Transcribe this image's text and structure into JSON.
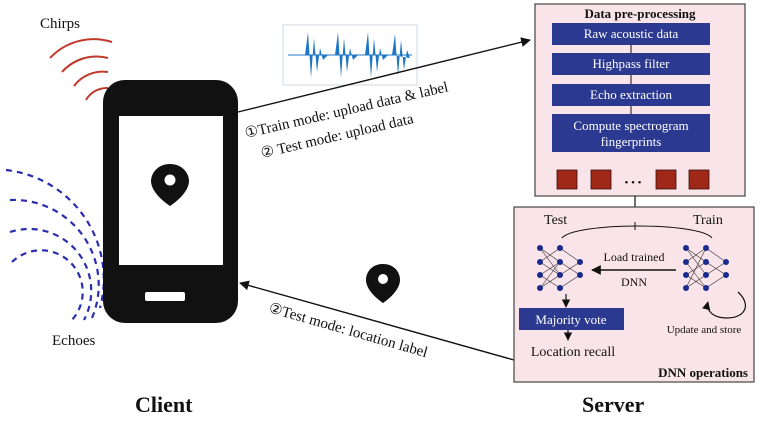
{
  "labels": {
    "chirps": "Chirps",
    "echoes": "Echoes",
    "client": "Client",
    "server": "Server",
    "train_mode": "①Train mode: upload data & label",
    "test_mode_upload": "② Test mode: upload data",
    "test_mode_label": "②Test mode: location label"
  },
  "preprocessing": {
    "title": "Data pre-processing",
    "steps": [
      "Raw acoustic data",
      "Highpass filter",
      "Echo extraction",
      "Compute spectrogram",
      "fingerprints"
    ],
    "ellipsis": "• • •"
  },
  "dnn": {
    "title": "DNN operations",
    "test": "Test",
    "train": "Train",
    "load_trained_1": "Load trained",
    "load_trained_2": "DNN",
    "majority_vote": "Majority vote",
    "location_recall": "Location recall",
    "update_store": "Update and store"
  },
  "colors": {
    "box_fill": "#2b3990",
    "panel_fill": "#f9e4ea",
    "chirp_red": "#c0392b",
    "echo_blue": "#2b2db0",
    "waveform": "#1f77c4",
    "spectro": "#a02818"
  }
}
